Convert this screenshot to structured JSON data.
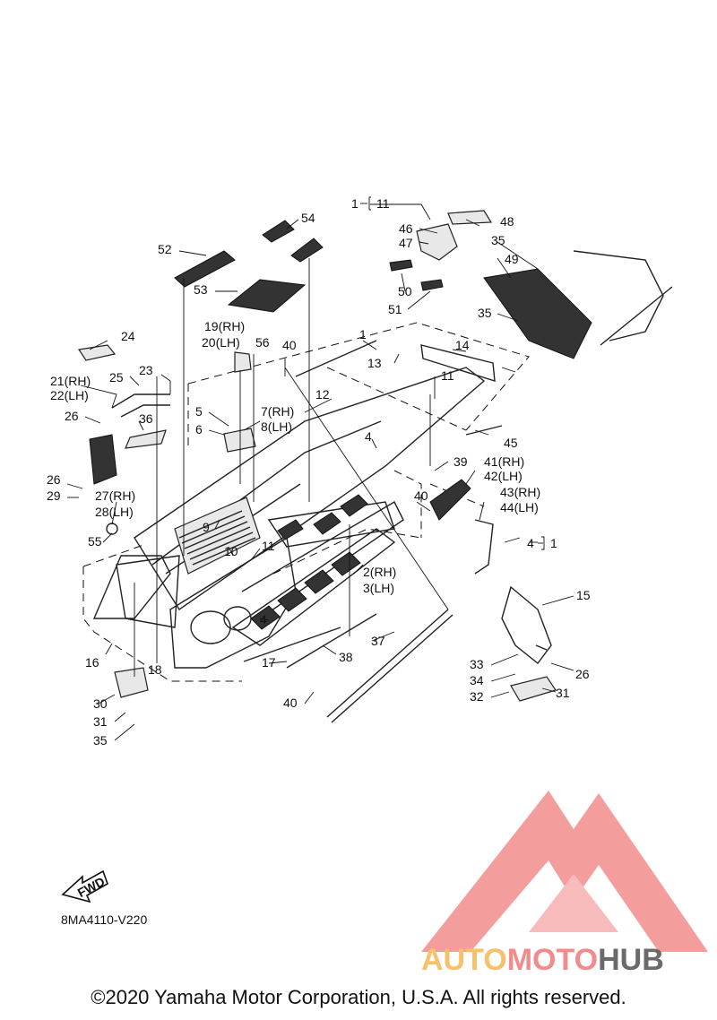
{
  "callouts": [
    {
      "id": "c1-11",
      "text": "1"
    },
    {
      "id": "c11-top",
      "text": "11"
    },
    {
      "id": "c46",
      "text": "46"
    },
    {
      "id": "c47",
      "text": "47"
    },
    {
      "id": "c48",
      "text": "48"
    },
    {
      "id": "c35a",
      "text": "35"
    },
    {
      "id": "c49",
      "text": "49"
    },
    {
      "id": "c50",
      "text": "50"
    },
    {
      "id": "c51",
      "text": "51"
    },
    {
      "id": "c35b",
      "text": "35"
    },
    {
      "id": "c54",
      "text": "54"
    },
    {
      "id": "c52",
      "text": "52"
    },
    {
      "id": "c53",
      "text": "53"
    },
    {
      "id": "c19",
      "text": "19(RH)"
    },
    {
      "id": "c20",
      "text": "20(LH)"
    },
    {
      "id": "c56",
      "text": "56"
    },
    {
      "id": "c40a",
      "text": "40"
    },
    {
      "id": "c1",
      "text": "1"
    },
    {
      "id": "c14",
      "text": "14"
    },
    {
      "id": "c13",
      "text": "13"
    },
    {
      "id": "c11b",
      "text": "11"
    },
    {
      "id": "c24",
      "text": "24"
    },
    {
      "id": "c21",
      "text": "21(RH)"
    },
    {
      "id": "c22",
      "text": "22(LH)"
    },
    {
      "id": "c25",
      "text": "25"
    },
    {
      "id": "c23",
      "text": "23"
    },
    {
      "id": "c12",
      "text": "12"
    },
    {
      "id": "c5",
      "text": "5"
    },
    {
      "id": "c7",
      "text": "7(RH)"
    },
    {
      "id": "c8",
      "text": "8(LH)"
    },
    {
      "id": "c6",
      "text": "6"
    },
    {
      "id": "c26a",
      "text": "26"
    },
    {
      "id": "c36",
      "text": "36"
    },
    {
      "id": "c4a",
      "text": "4"
    },
    {
      "id": "c45",
      "text": "45"
    },
    {
      "id": "c39",
      "text": "39"
    },
    {
      "id": "c41",
      "text": "41(RH)"
    },
    {
      "id": "c42",
      "text": "42(LH)"
    },
    {
      "id": "c26b",
      "text": "26"
    },
    {
      "id": "c29",
      "text": "29"
    },
    {
      "id": "c27",
      "text": "27(RH)"
    },
    {
      "id": "c28",
      "text": "28(LH)"
    },
    {
      "id": "c40b",
      "text": "40"
    },
    {
      "id": "c43",
      "text": "43(RH)"
    },
    {
      "id": "c44",
      "text": "44(LH)"
    },
    {
      "id": "c9",
      "text": "9"
    },
    {
      "id": "c55",
      "text": "55"
    },
    {
      "id": "c4-1",
      "text": "4"
    },
    {
      "id": "c1-4",
      "text": "1"
    },
    {
      "id": "c10",
      "text": "10"
    },
    {
      "id": "c11c",
      "text": "11"
    },
    {
      "id": "c2",
      "text": "2(RH)"
    },
    {
      "id": "c3",
      "text": "3(LH)"
    },
    {
      "id": "c15",
      "text": "15"
    },
    {
      "id": "c4b",
      "text": "4"
    },
    {
      "id": "c16",
      "text": "16"
    },
    {
      "id": "c17",
      "text": "17"
    },
    {
      "id": "c38",
      "text": "38"
    },
    {
      "id": "c37",
      "text": "37"
    },
    {
      "id": "c18",
      "text": "18"
    },
    {
      "id": "c33",
      "text": "33"
    },
    {
      "id": "c26c",
      "text": "26"
    },
    {
      "id": "c34",
      "text": "34"
    },
    {
      "id": "c30",
      "text": "30"
    },
    {
      "id": "c31a",
      "text": "31"
    },
    {
      "id": "c32",
      "text": "32"
    },
    {
      "id": "c31b",
      "text": "31"
    },
    {
      "id": "c35c",
      "text": "35"
    },
    {
      "id": "c40c",
      "text": "40"
    }
  ],
  "fwd_label": "FWD",
  "drawing_code": "8MA4110-V220",
  "brand": {
    "part1": "AUTO",
    "part2": "MOTO",
    "part3": "HUB"
  },
  "copyright": "©2020 Yamaha Motor Corporation, U.S.A. All rights reserved.",
  "colors": {
    "logo_red": "#f28c8c",
    "logo_yellow": "#f7c06b",
    "logo_gray": "#6a6a6a"
  }
}
